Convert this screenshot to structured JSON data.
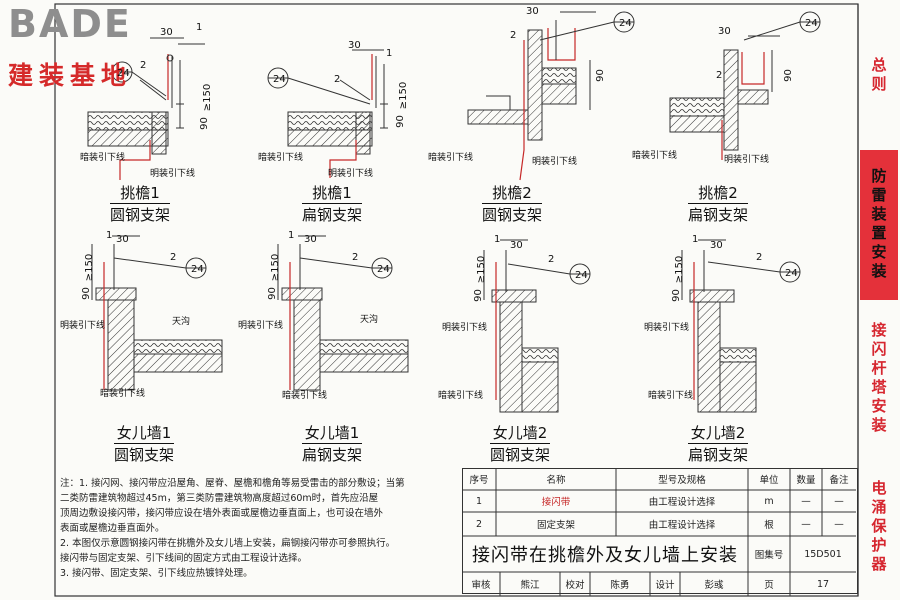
{
  "logo": {
    "main": "BADE",
    "sub": "建装基地"
  },
  "side_tabs": [
    {
      "label": "总则",
      "active": false
    },
    {
      "label": "防雷装置安装",
      "active": true
    },
    {
      "label": "接闪杆塔安装",
      "active": false
    },
    {
      "label": "电涌保护器",
      "active": false
    }
  ],
  "labels": {
    "concealed": "暗装引下线",
    "exposed": "明装引下线",
    "gutter": "天沟",
    "callout": "24",
    "dim_30": "30",
    "dim_150": "≥150",
    "dim_90": "90",
    "n1": "1",
    "n2": "2"
  },
  "figures": [
    {
      "title": "挑檐1",
      "subtitle": "圆钢支架"
    },
    {
      "title": "挑檐1",
      "subtitle": "扁钢支架"
    },
    {
      "title": "挑檐2",
      "subtitle": "圆钢支架"
    },
    {
      "title": "挑檐2",
      "subtitle": "扁钢支架"
    },
    {
      "title": "女儿墙1",
      "subtitle": "圆钢支架"
    },
    {
      "title": "女儿墙1",
      "subtitle": "扁钢支架"
    },
    {
      "title": "女儿墙2",
      "subtitle": "圆钢支架"
    },
    {
      "title": "女儿墙2",
      "subtitle": "扁钢支架"
    }
  ],
  "notes": [
    "注：1.  接闪网、接闪带应沿屋角、屋脊、屋檐和檐角等易受雷击的部分敷设；当第",
    "         二类防雷建筑物超过45m，第三类防雷建筑物高度超过60m时，首先应沿屋",
    "         顶周边敷设接闪带，接闪带应设在墙外表面或屋檐边垂直面上，也可设在墙外",
    "         表面或屋檐边垂直面外。",
    "     2.  本图仅示意圆钢接闪带在挑檐外及女儿墙上安装，扁钢接闪带亦可参照执行。",
    "         接闪带与固定支架、引下线间的固定方式由工程设计选择。",
    "     3.  接闪带、固定支架、引下线应热镀锌处理。"
  ],
  "table": {
    "headers": [
      "序号",
      "名称",
      "型号及规格",
      "单位",
      "数量",
      "备注"
    ],
    "rows": [
      [
        "1",
        "接闪带",
        "由工程设计选择",
        "m",
        "—",
        "—"
      ],
      [
        "2",
        "固定支架",
        "由工程设计选择",
        "根",
        "—",
        "—"
      ]
    ],
    "title": "接闪带在挑檐外及女儿墙上安装",
    "atlas_label": "图集号",
    "atlas_no": "15D501",
    "sig": {
      "review": "审核",
      "reviewer": "熊江",
      "check": "校对",
      "checker": "陈勇",
      "design": "设计",
      "designer": "彭彧",
      "page": "页",
      "page_no": "17"
    }
  },
  "colors": {
    "red": "#e4313a",
    "accent_text": "#d6262f",
    "line": "#222222"
  }
}
